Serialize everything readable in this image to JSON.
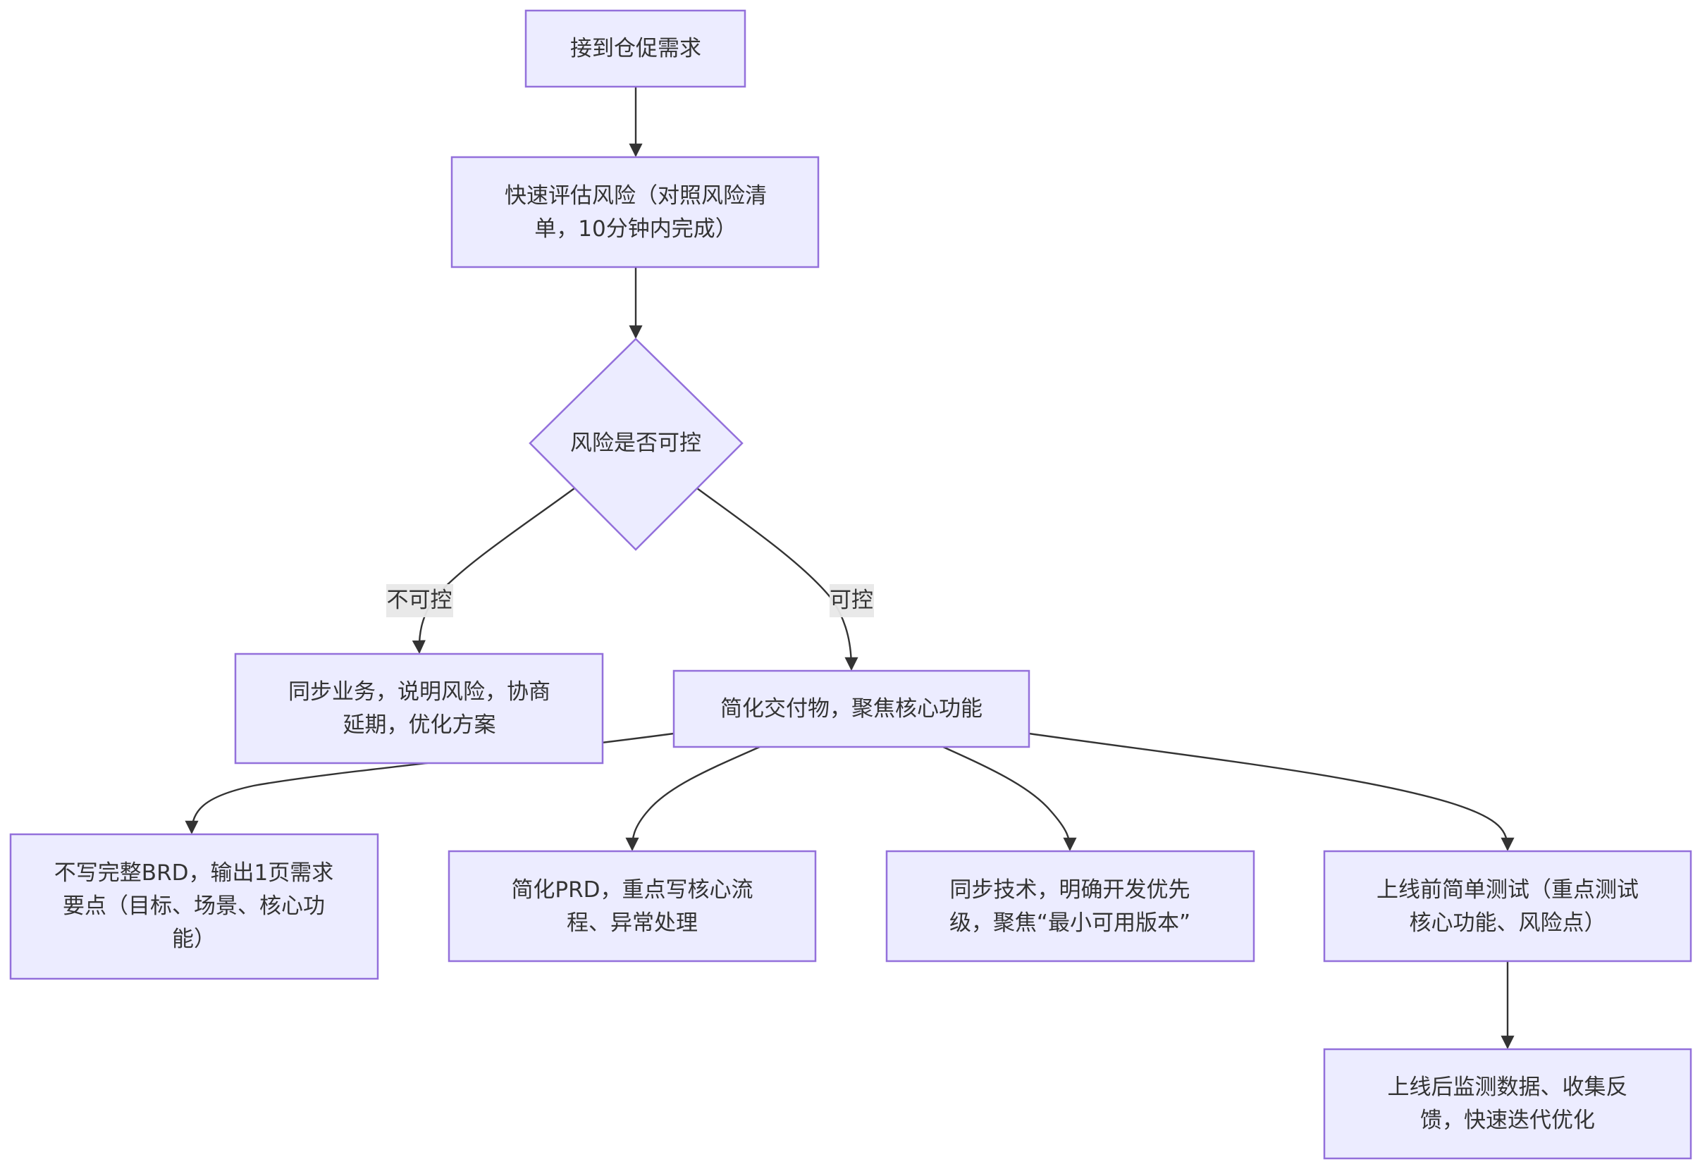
{
  "diagram": {
    "type": "flowchart",
    "colors": {
      "node_fill": "#ececff",
      "node_stroke": "#9370db",
      "edge": "#333333",
      "label_bg": "#e8e8e8",
      "text": "#333333"
    },
    "nodes": {
      "receive": {
        "shape": "rect",
        "lines": [
          "接到仓促需求"
        ]
      },
      "assess": {
        "shape": "rect",
        "lines": [
          "快速评估风险（对照风险清",
          "单，10分钟内完成）"
        ]
      },
      "decision": {
        "shape": "diamond",
        "lines": [
          "风险是否可控"
        ]
      },
      "uncontrollable": {
        "shape": "rect",
        "lines": [
          "同步业务，说明风险，协商",
          "延期，优化方案"
        ]
      },
      "simplify": {
        "shape": "rect",
        "lines": [
          "简化交付物，聚焦核心功能"
        ]
      },
      "brd": {
        "shape": "rect",
        "lines": [
          "不写完整BRD，输出1页需求",
          "要点（目标、场景、核心功",
          "能）"
        ]
      },
      "prd": {
        "shape": "rect",
        "lines": [
          "简化PRD，重点写核心流",
          "程、异常处理"
        ]
      },
      "tech": {
        "shape": "rect",
        "lines": [
          "同步技术，明确开发优先",
          "级，聚焦“最小可用版本”"
        ]
      },
      "test": {
        "shape": "rect",
        "lines": [
          "上线前简单测试（重点测试",
          "核心功能、风险点）"
        ]
      },
      "monitor": {
        "shape": "rect",
        "lines": [
          "上线后监测数据、收集反",
          "馈，快速迭代优化"
        ]
      }
    },
    "edges": [
      {
        "from": "receive",
        "to": "assess",
        "label": ""
      },
      {
        "from": "assess",
        "to": "decision",
        "label": ""
      },
      {
        "from": "decision",
        "to": "uncontrollable",
        "label": "不可控"
      },
      {
        "from": "decision",
        "to": "simplify",
        "label": "可控"
      },
      {
        "from": "simplify",
        "to": "brd",
        "label": ""
      },
      {
        "from": "simplify",
        "to": "prd",
        "label": ""
      },
      {
        "from": "simplify",
        "to": "tech",
        "label": ""
      },
      {
        "from": "simplify",
        "to": "test",
        "label": ""
      },
      {
        "from": "test",
        "to": "monitor",
        "label": ""
      }
    ]
  }
}
